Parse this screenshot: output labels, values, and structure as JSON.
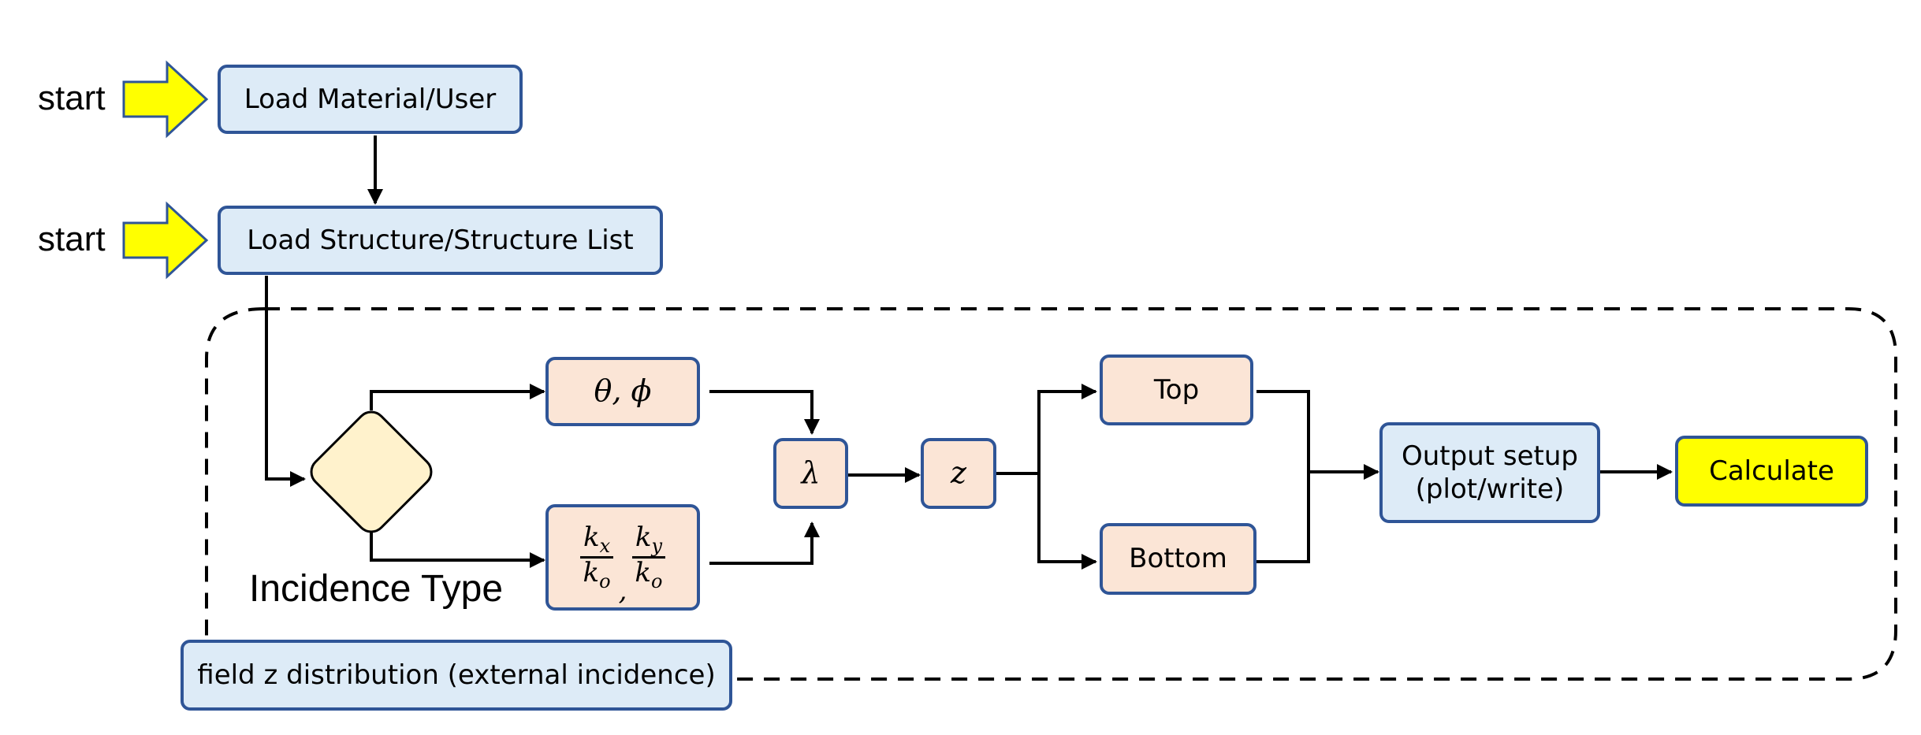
{
  "start_labels": [
    "start",
    "start"
  ],
  "nodes": {
    "load_material": "Load Material/User",
    "load_structure": "Load Structure/Structure List",
    "theta_phi": "θ, ϕ",
    "kvec": {
      "kx_num": "k",
      "kx_sub": "x",
      "ky_num": "k",
      "ky_sub": "y",
      "den": "k",
      "den_sub": "o",
      "sep": ","
    },
    "lambda": "λ",
    "z": "z",
    "top": "Top",
    "bottom": "Bottom",
    "output_setup_line1": "Output setup",
    "output_setup_line2": "(plot/write)",
    "calculate": "Calculate",
    "field_z": "field z distribution (external incidence)"
  },
  "incidence_type_label": "Incidence Type",
  "colors": {
    "box_border": "#2f5597",
    "blue_fill": "#ddebf7",
    "peach_fill": "#fbe5d6",
    "diamond_fill": "#fff2cc",
    "highlight": "#ffff00",
    "start_arrow_fill": "#ffff00"
  }
}
